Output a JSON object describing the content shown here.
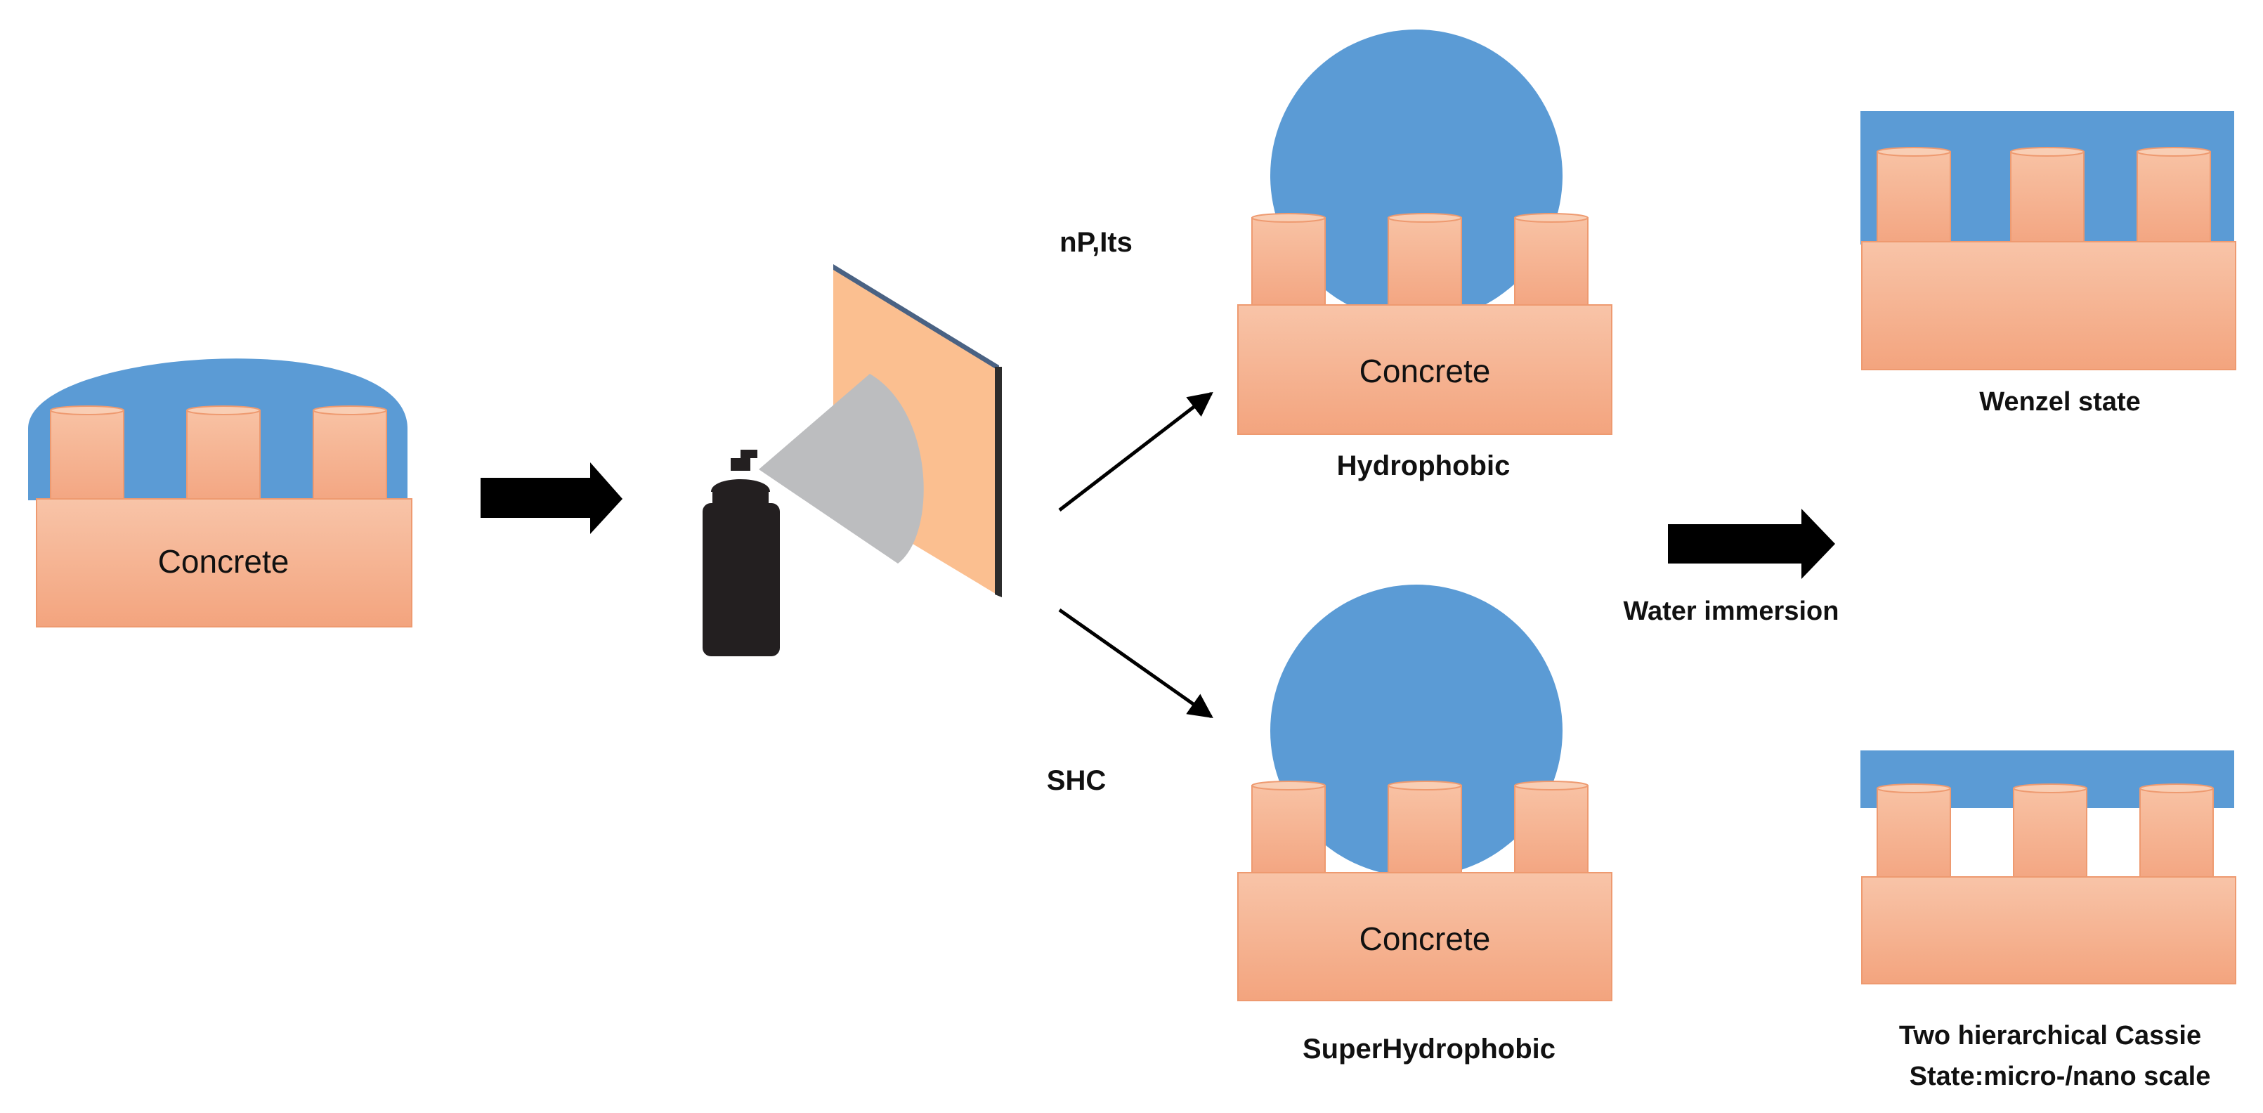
{
  "labels": {
    "concrete_left": "Concrete",
    "concrete_hydro": "Concrete",
    "concrete_super": "Concrete",
    "np_its": "nP,Its",
    "shc": "SHC",
    "hydrophobic": "Hydrophobic",
    "superhydrophobic": "SuperHydrophobic",
    "water_immersion": "Water immersion",
    "wenzel_state": "Wenzel state",
    "cassie_line1": "Two hierarchical Cassie",
    "cassie_line2": "State:micro-/nano scale"
  },
  "colors": {
    "water": "#5b9bd5",
    "concrete_top": "#f8c2a4",
    "concrete_bottom": "#f4a882",
    "concrete_edge": "#ee9a70",
    "panel_face": "#fbbf90",
    "panel_edge": "#4a6283",
    "spray_cone": "#bcbdbf",
    "can": "#231f20",
    "arrow": "#000000"
  },
  "icons": [
    "spray-can-icon",
    "block-arrow-icon",
    "thin-arrow-icon"
  ]
}
